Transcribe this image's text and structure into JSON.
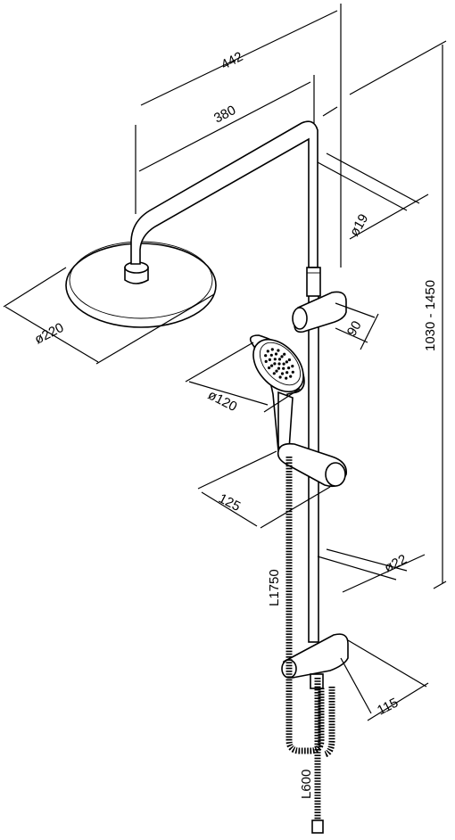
{
  "dimensions": {
    "arm_length_total": "442",
    "arm_length": "380",
    "pipe_diameter_top": "ø19",
    "height_range": "1030 - 1450",
    "head_diameter": "ø220",
    "holder_projection": "90",
    "hand_shower_diameter": "ø120",
    "slider_projection": "125",
    "pipe_diameter_bottom": "ø22",
    "hose_length": "L1750",
    "bottom_projection": "115",
    "lower_hose_length": "L600"
  }
}
